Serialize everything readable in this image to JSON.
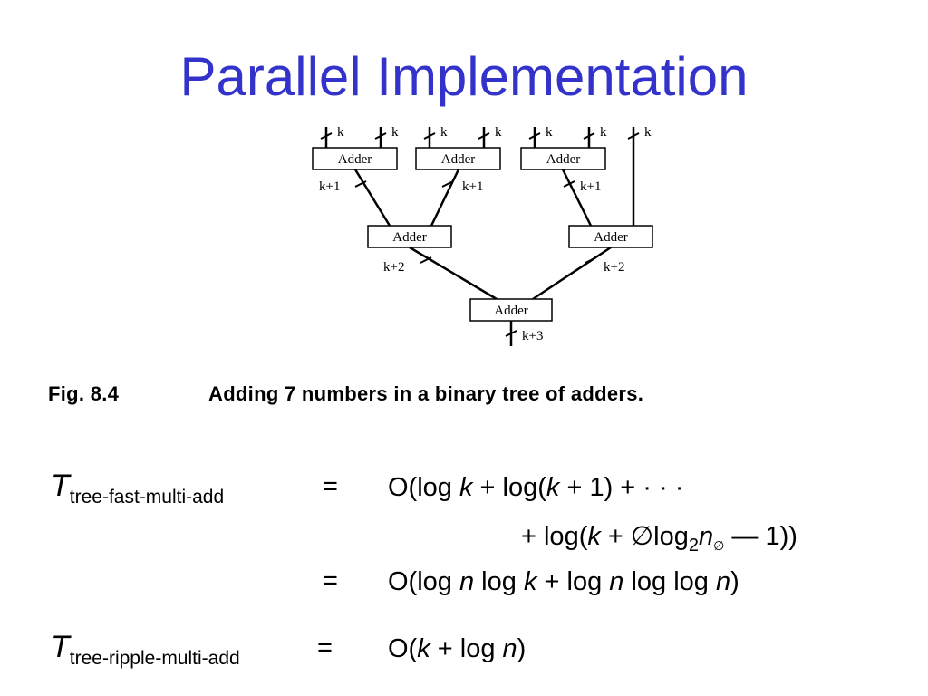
{
  "slide": {
    "title": "Parallel Implementation"
  },
  "diagram": {
    "adders": [
      {
        "id": "a1",
        "label": "Adder"
      },
      {
        "id": "a2",
        "label": "Adder"
      },
      {
        "id": "a3",
        "label": "Adder"
      },
      {
        "id": "b1",
        "label": "Adder"
      },
      {
        "id": "b2",
        "label": "Adder"
      },
      {
        "id": "c1",
        "label": "Adder"
      }
    ],
    "input_width_label": "k",
    "level1_width_label": "k+1",
    "level2_width_label": "k+2",
    "output_width_label": "k+3"
  },
  "caption": {
    "fig_number": "Fig. 8.4",
    "description": "Adding 7 numbers in a binary tree of adders."
  },
  "equations": {
    "fast": {
      "symbol": "T",
      "subscript": "tree-fast-multi-add",
      "eq_sign": "=",
      "line1": {
        "O": "O(log ",
        "k": "k",
        "mid": " + log(",
        "k2": "k",
        "end": " + 1) + · · ·"
      },
      "line2": {
        "start": "+ log(",
        "k": "k",
        "mid": " + ∅log",
        "sub2": "2",
        "n": "n",
        "sub_empty": "∅",
        "end": " — 1))"
      },
      "line3_eq_sign": "=",
      "line3": {
        "a": "O(log ",
        "n1": "n",
        "b": " log ",
        "k": "k",
        "c": " + log ",
        "n2": "n",
        "d": " log log ",
        "n3": "n",
        "e": ")"
      }
    },
    "ripple": {
      "symbol": "T",
      "subscript": "tree-ripple-multi-add",
      "eq_sign": "=",
      "rhs": {
        "a": "O(",
        "k": "k",
        "b": " + log ",
        "n": "n",
        "c": ")"
      }
    }
  }
}
